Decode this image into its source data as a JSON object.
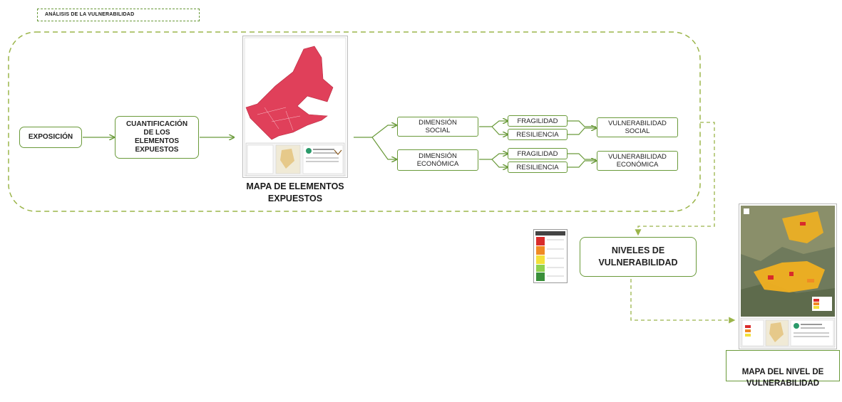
{
  "header": {
    "title": "ANÁLISIS DE LA VULNERABILIDAD"
  },
  "nodes": {
    "exposicion": "EXPOSICIÓN",
    "cuantificacion": "CUANTIFICACIÓN\nDE LOS\nELEMENTOS\nEXPUESTOS",
    "dimension_social": "DIMENSIÓN\nSOCIAL",
    "dimension_economica": "DIMENSIÓN\nECONÓMICA",
    "fragilidad_social": "FRAGILIDAD",
    "resiliencia_social": "RESILIENCIA",
    "fragilidad_economica": "FRAGILIDAD",
    "resiliencia_economica": "RESILIENCIA",
    "vulnerabilidad_social": "VULNERABILIDAD\nSOCIAL",
    "vulnerabilidad_economica": "VULNERABILIDAD\nECONÓMICA",
    "niveles": "NIVELES DE\nVULNERABILIDAD"
  },
  "captions": {
    "mapa_elementos": "MAPA DE ELEMENTOS\nEXPUESTOS",
    "mapa_nivel": "MAPA DEL NIVEL DE\nVULNERABILIDAD"
  },
  "colors": {
    "border_green": "#6a9a3a",
    "dashed_green": "#9bb54a",
    "map_red": "#e0405a",
    "legend_levels": [
      "#d92b2b",
      "#f08a24",
      "#f3e03a",
      "#8fd14f",
      "#3a8f3a"
    ]
  }
}
